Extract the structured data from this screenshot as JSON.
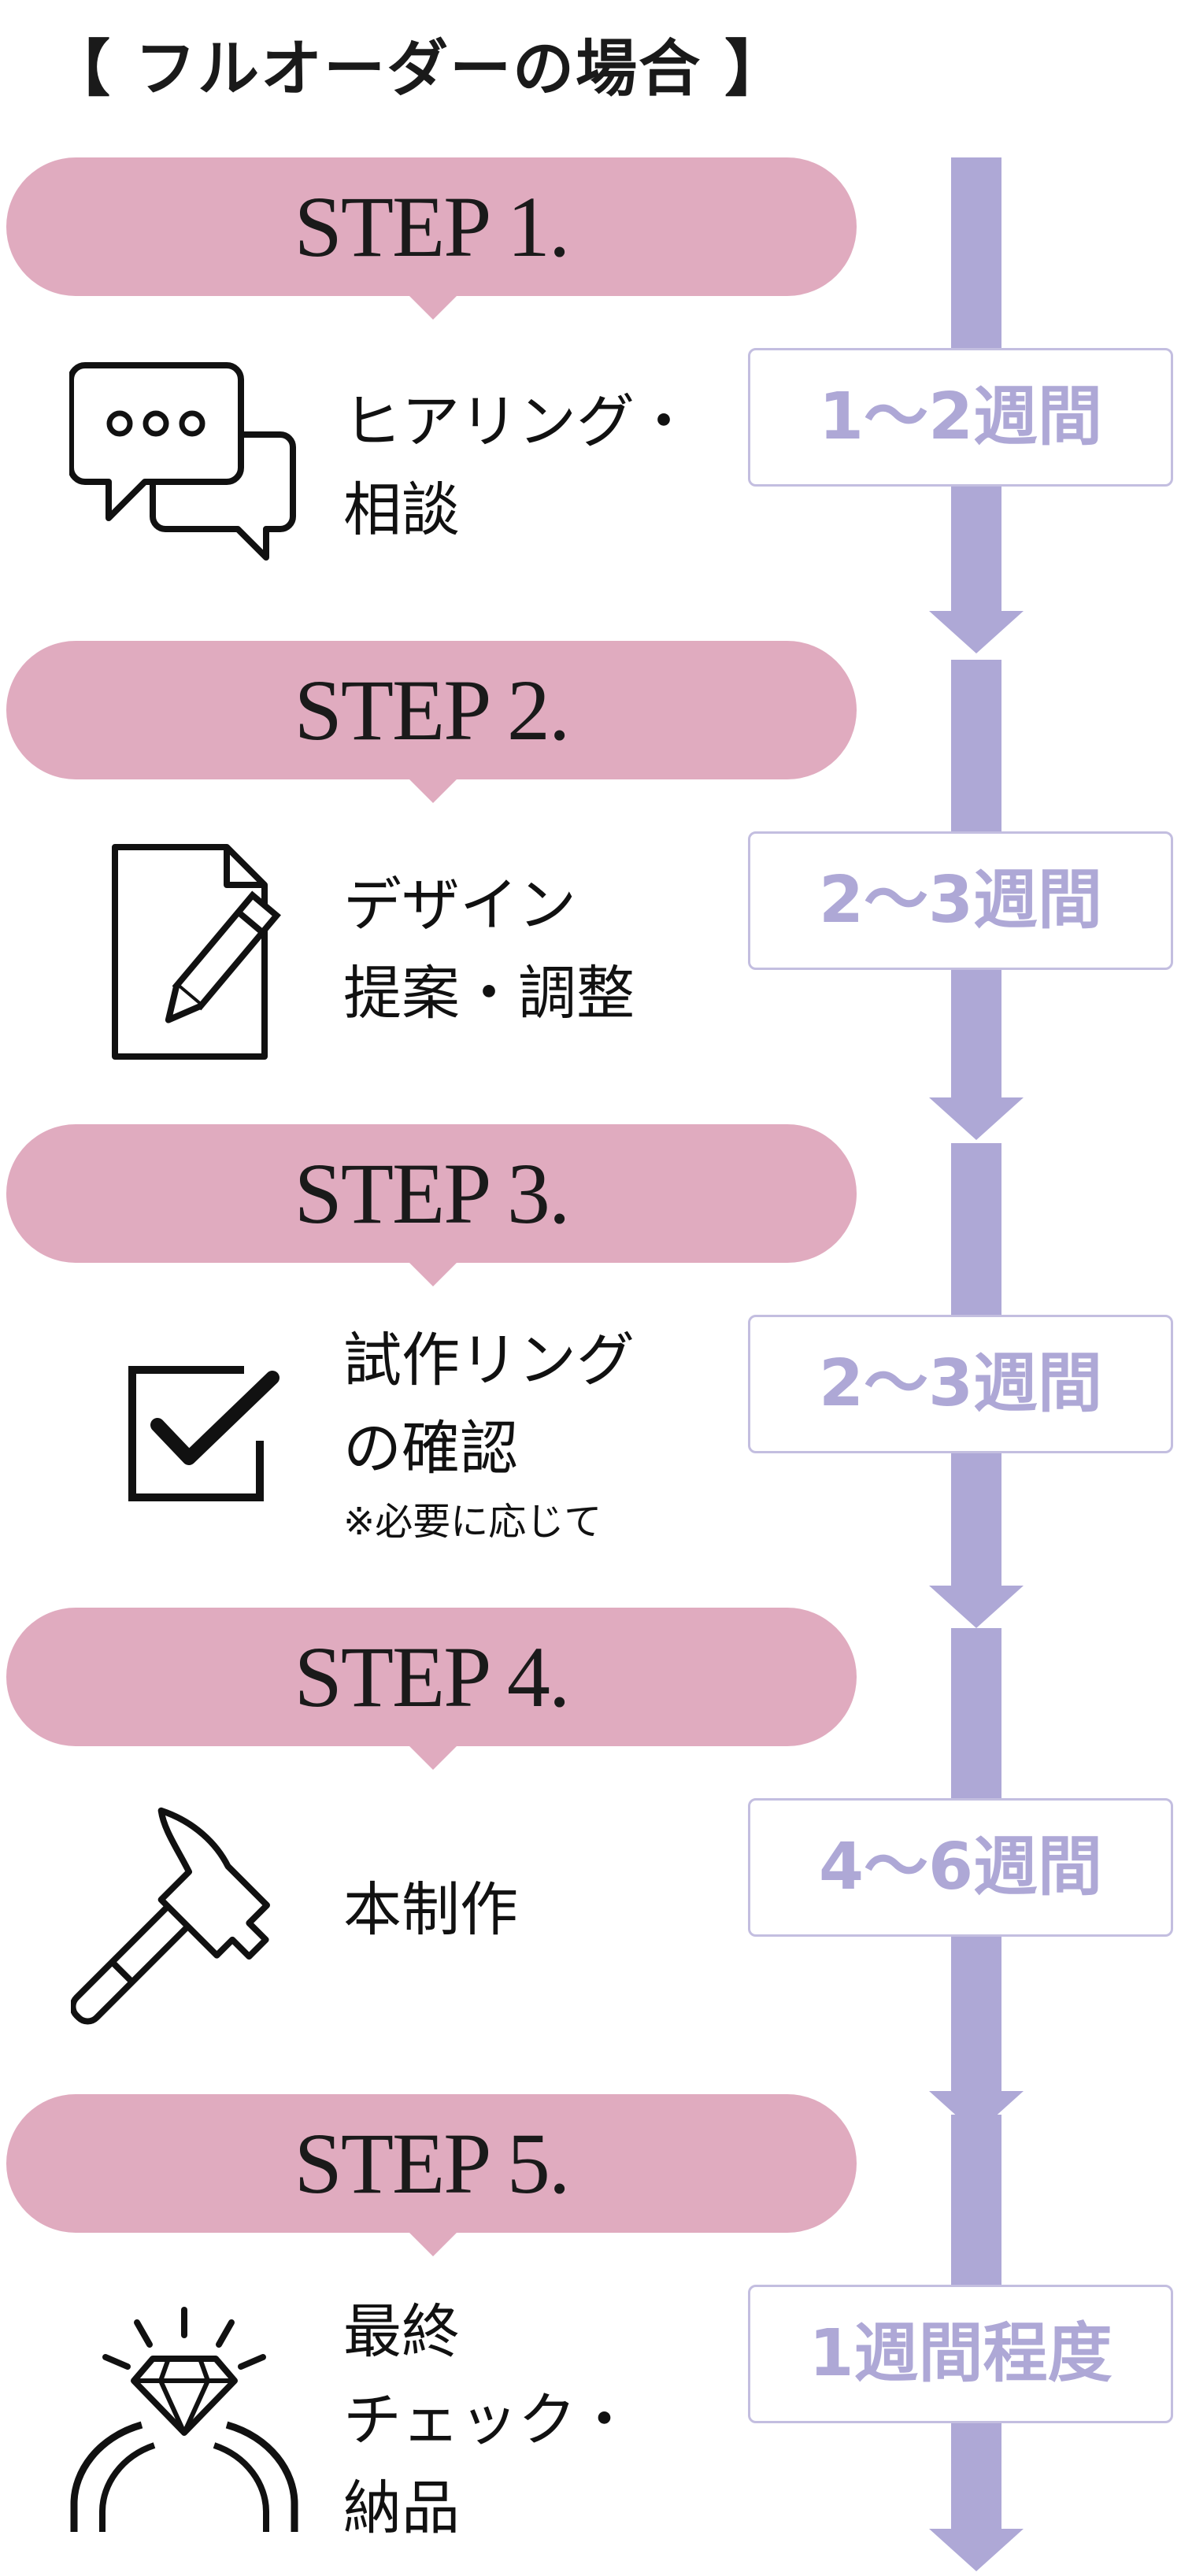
{
  "title": "【 フルオーダーの場合 】",
  "colors": {
    "pill": "#e0abbf",
    "arrow": "#aea8d6",
    "duration_text": "#aea8d6",
    "duration_border": "#c3bee0"
  },
  "steps": [
    {
      "label": "STEP 1.",
      "icon": "chat-bubbles-icon",
      "lines": [
        "ヒアリング・",
        "相談"
      ],
      "duration": "1～2週間"
    },
    {
      "label": "STEP 2.",
      "icon": "document-pencil-icon",
      "lines": [
        "デザイン",
        "提案・調整"
      ],
      "duration": "2～3週間"
    },
    {
      "label": "STEP 3.",
      "icon": "checkbox-icon",
      "lines": [
        "試作リング",
        "の確認"
      ],
      "note": "※必要に応じて",
      "duration": "2～3週間"
    },
    {
      "label": "STEP 4.",
      "icon": "hammer-icon",
      "lines": [
        "本制作"
      ],
      "duration": "4～6週間"
    },
    {
      "label": "STEP 5.",
      "icon": "diamond-ring-icon",
      "lines": [
        "最終",
        "チェック・",
        "納品"
      ],
      "duration": "1週間程度"
    }
  ]
}
